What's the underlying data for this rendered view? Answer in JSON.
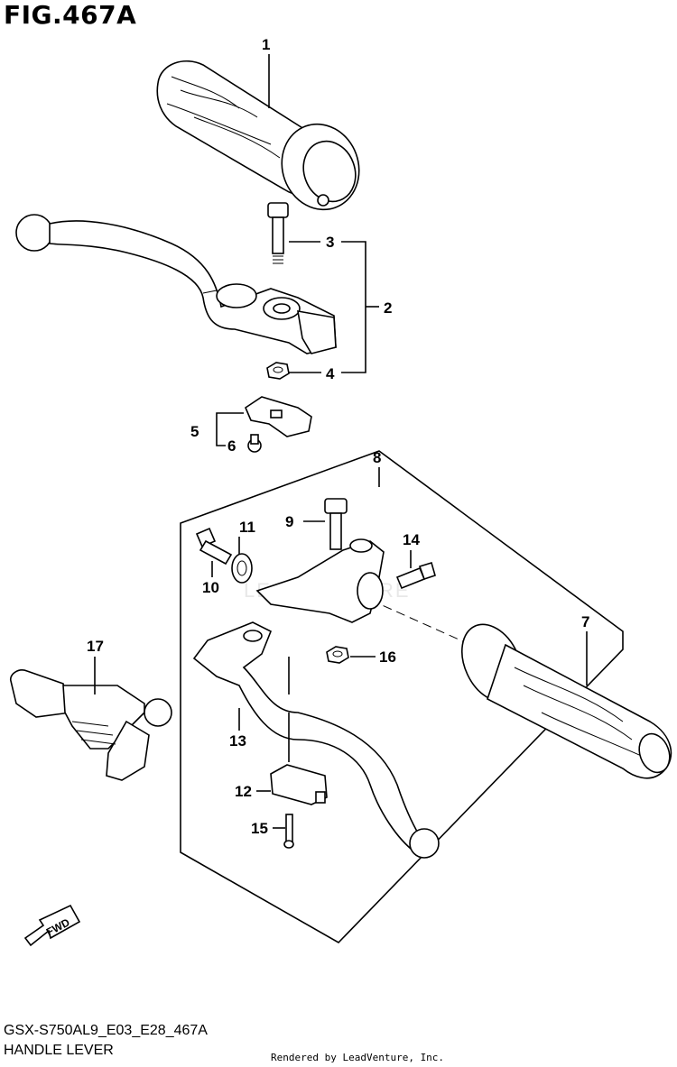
{
  "figure": {
    "title": "FIG.467A",
    "model_code": "GSX-S750AL9_E03_E28_467A",
    "section_name": "HANDLE LEVER",
    "credit": "Rendered by LeadVenture, Inc.",
    "fwd_label": "FWD"
  },
  "callouts": {
    "c1": "1",
    "c2": "2",
    "c3": "3",
    "c4": "4",
    "c5": "5",
    "c6": "6",
    "c7": "7",
    "c8": "8",
    "c9": "9",
    "c10": "10",
    "c11": "11",
    "c12": "12",
    "c13": "13",
    "c14": "14",
    "c15": "15",
    "c16": "16",
    "c17": "17"
  },
  "colors": {
    "line": "#000000",
    "background": "#ffffff"
  }
}
